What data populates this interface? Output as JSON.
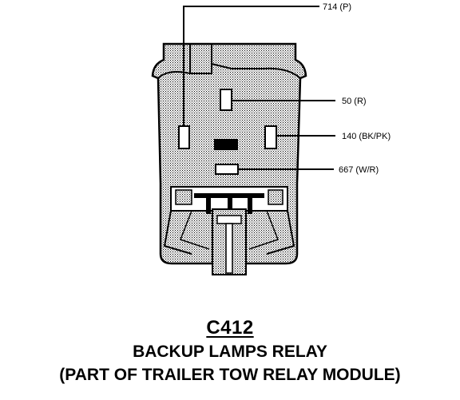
{
  "diagram": {
    "pin_labels": {
      "top": "714 (P)",
      "upper_right": "50 (R)",
      "middle_right": "140 (BK/PK)",
      "lower_right": "667 (W/R)"
    },
    "connector_id": "C412",
    "connector_name": "BACKUP LAMPS RELAY",
    "connector_note": "(PART OF TRAILER TOW RELAY MODULE)",
    "colors": {
      "ink": "#000000",
      "fill": "#c8c8c8",
      "paper": "#ffffff"
    }
  }
}
